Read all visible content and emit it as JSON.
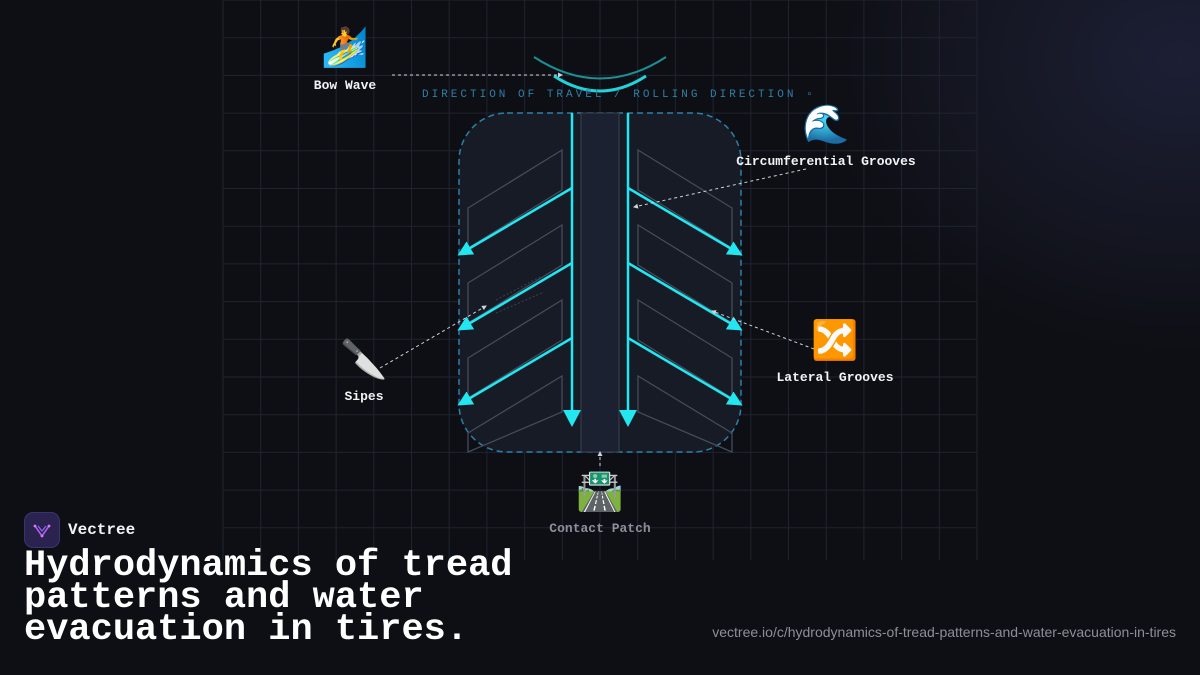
{
  "diagram": {
    "direction_text": "DIRECTION OF TRAVEL / ROLLING DIRECTION ▫",
    "labels": {
      "bow_wave": "Bow Wave",
      "circumferential": "Circumferential Grooves",
      "sipes": "Sipes",
      "lateral": "Lateral Grooves",
      "contact_patch": "Contact Patch"
    },
    "icons": {
      "bow_wave": "🏄",
      "circumferential": "🌊",
      "sipes": "🔪",
      "lateral": "🔀",
      "contact_patch": "🛣️"
    }
  },
  "brand": {
    "name": "Vectree"
  },
  "title": "Hydrodynamics of tread patterns and water evacuation in tires.",
  "url": "vectree.io/c/hydrodynamics-of-tread-patterns-and-water-evacuation-in-tires",
  "colors": {
    "accent_cyan": "#22e6f0",
    "dash_blue": "#2d7fa8",
    "grid": "#1f2430",
    "brand_purple": "#2a2350"
  }
}
